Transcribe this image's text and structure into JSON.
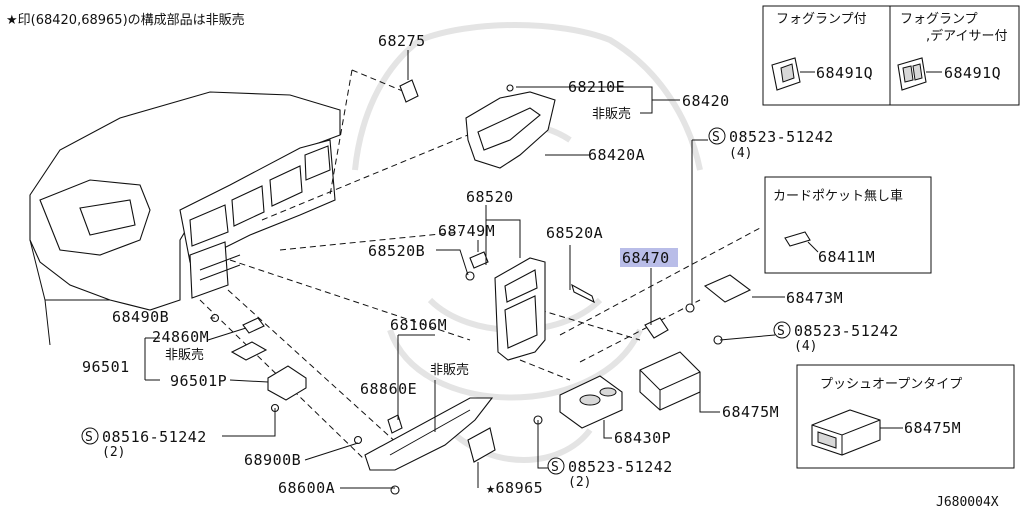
{
  "header_note": "★印(68420,68965)の構成部品は非販売",
  "diagram_id": "J680004X",
  "labels": {
    "p68275": "68275",
    "p68210E": "68210E",
    "p68420": "68420",
    "hanbai1": "非販売",
    "p68420A": "68420A",
    "s08523_top": "08523-51242",
    "s08523_top_qty": "(4)",
    "p68520": "68520",
    "p68749M": "68749M",
    "p68520A": "68520A",
    "p68520B": "68520B",
    "p68470": "68470",
    "p68473M": "68473M",
    "s08523_mid": "08523-51242",
    "s08523_mid_qty": "(4)",
    "p68490B": "68490B",
    "p24860M": "24860M",
    "hanbai2": "非販売",
    "p96501": "96501",
    "p96501P": "96501P",
    "p68106M": "68106M",
    "hanbai3": "非販売",
    "p68860E": "68860E",
    "p68475M": "68475M",
    "s08516": "08516-51242",
    "s08516_qty": "(2)",
    "p68430P": "68430P",
    "p68900B": "68900B",
    "s08523_bot": "08523-51242",
    "s08523_bot_qty": "(2)",
    "p68600A": "68600A",
    "p68965": "★68965",
    "screw_symbol": "S"
  },
  "fog_box": {
    "col1_title": "フォグランプ付",
    "col2_title_line1": "フォグランプ",
    "col2_title_line2": ",デアイサー付",
    "col1_part": "68491Q",
    "col2_part": "68491Q"
  },
  "card_box": {
    "title": "カードポケット無し車",
    "part": "68411M"
  },
  "push_box": {
    "title": "プッシュオープンタイプ",
    "part": "68475M"
  },
  "highlight_color": "#b9bde8"
}
